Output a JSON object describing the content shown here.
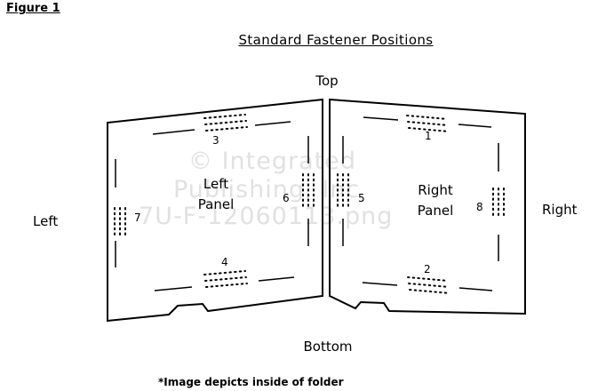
{
  "figure_label": "Figure 1",
  "title": "Standard Fastener Positions",
  "direction_labels": {
    "top": "Top",
    "bottom": "Bottom",
    "left": "Left",
    "right": "Right"
  },
  "panels": {
    "left": {
      "line1": "Left",
      "line2": "Panel"
    },
    "right": {
      "line1": "Right",
      "line2": "Panel"
    }
  },
  "fastener_numbers": [
    "1",
    "2",
    "3",
    "4",
    "5",
    "6",
    "7",
    "8"
  ],
  "footnote": "*Image depicts inside of folder",
  "watermark": {
    "line1": "© Integrated",
    "line2": "Publishing, Inc",
    "line3": "7U-F-12060113.png"
  },
  "colors": {
    "line": "#000000",
    "background": "#ffffff",
    "watermark": "#dcdcdc"
  }
}
